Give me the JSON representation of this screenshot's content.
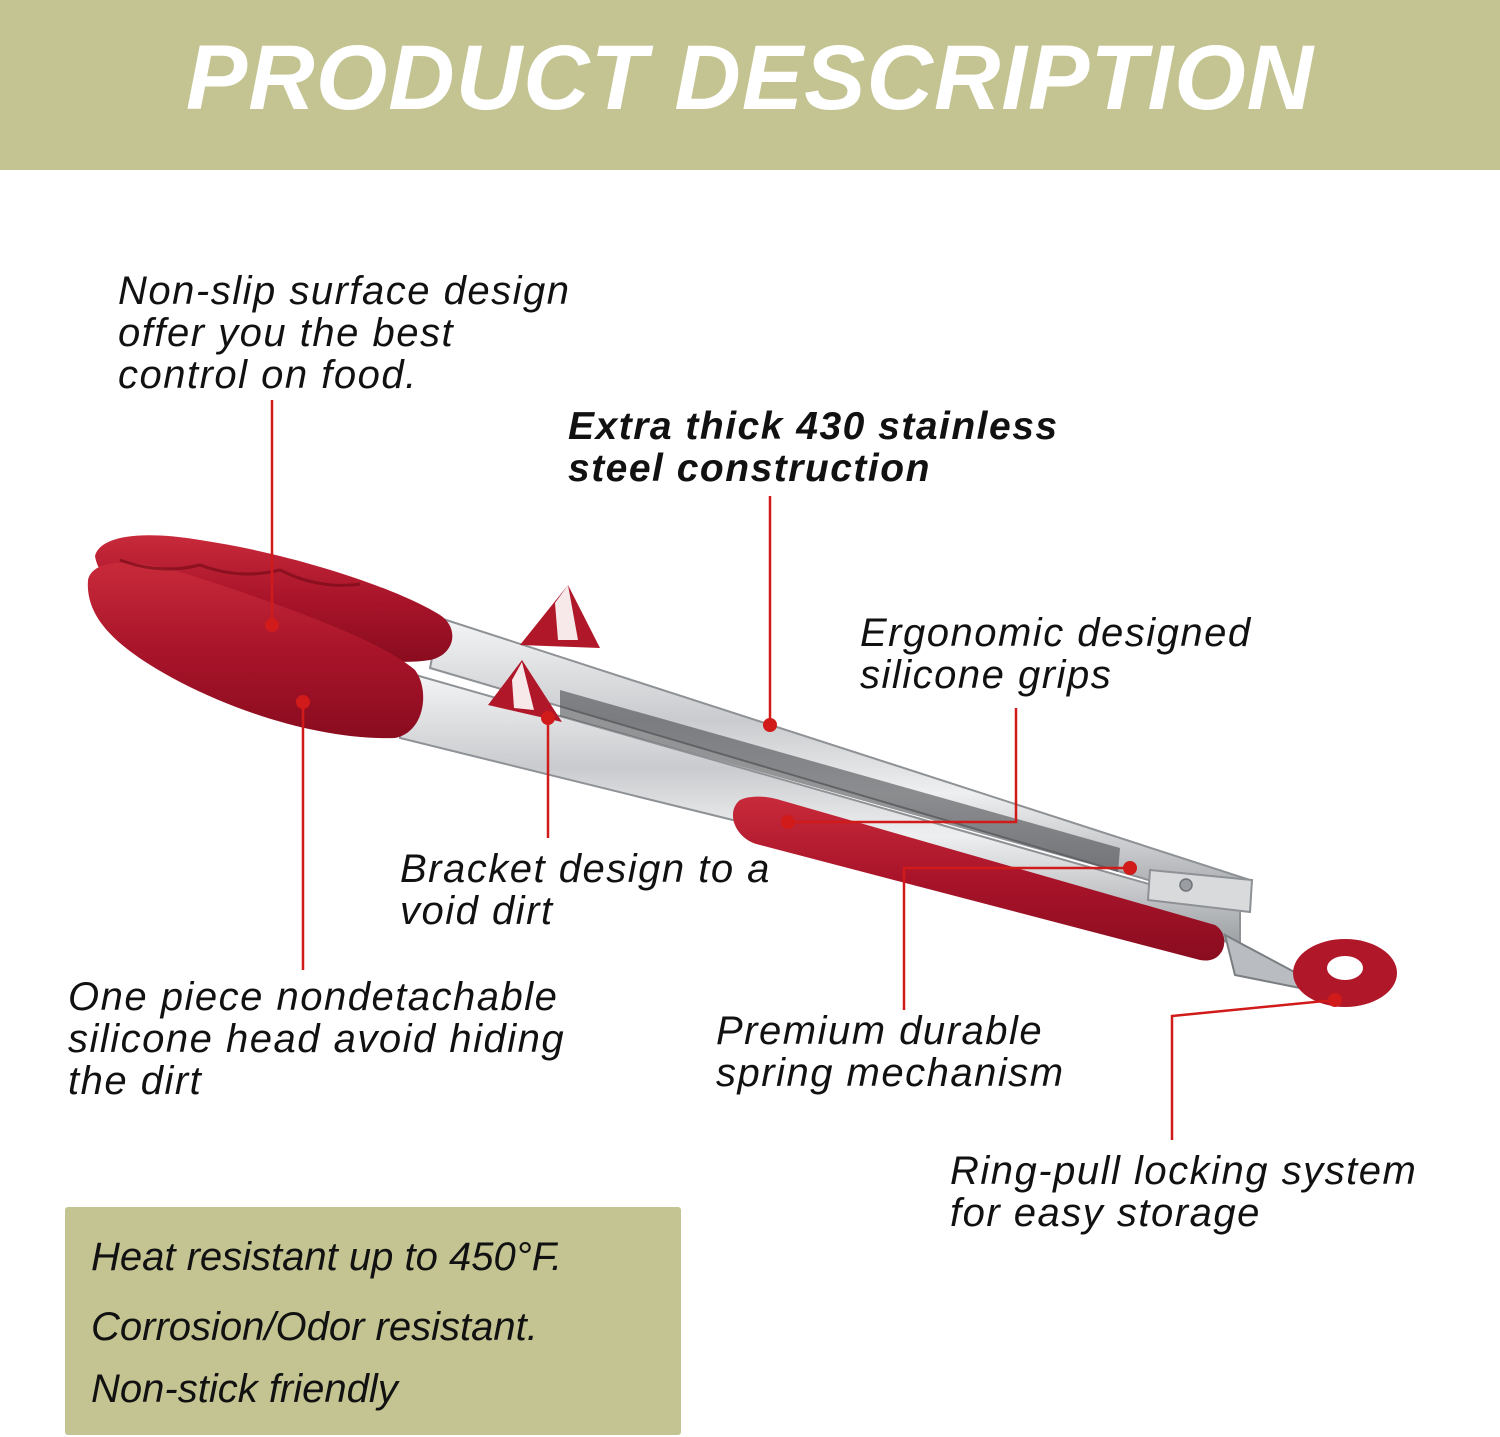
{
  "banner": {
    "title": "PRODUCT DESCRIPTION"
  },
  "callouts": {
    "non_slip": "Non-slip surface design\noffer you the best\ncontrol on food.",
    "steel": "Extra thick 430 stainless\nsteel construction",
    "grips": "Ergonomic designed\nsilicone grips",
    "bracket": "Bracket design to a\nvoid dirt",
    "one_piece": "One piece nondetachable\nsilicone head avoid hiding\nthe dirt",
    "spring": "Premium durable\nspring mechanism",
    "ring_pull": "Ring-pull locking system\nfor easy storage"
  },
  "specs": [
    "Heat resistant up to 450°F.",
    "Corrosion/Odor resistant.",
    "Non-stick friendly"
  ],
  "colors": {
    "banner": "#c4c492",
    "silicone": "#b0182a",
    "leader": "#d11a1a",
    "steel": "#c7c9cc"
  }
}
